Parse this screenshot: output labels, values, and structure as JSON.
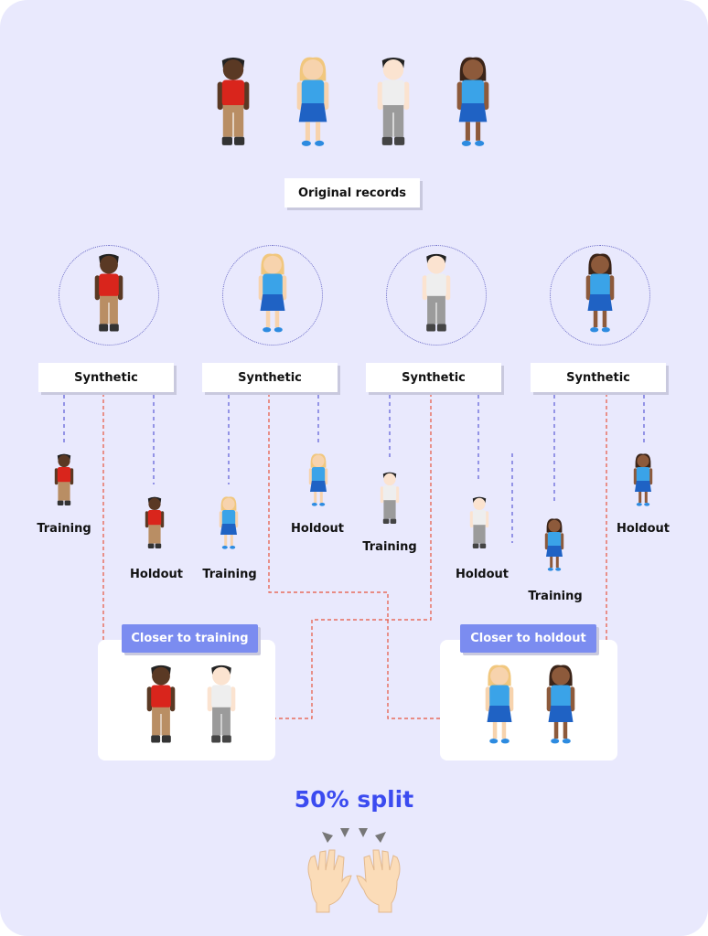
{
  "top_label": "Original records",
  "synthetic_labels": [
    "Synthetic",
    "Synthetic",
    "Synthetic",
    "Synthetic"
  ],
  "training_label": "Training",
  "holdout_label": "Holdout",
  "panel_training_title": "Closer to training",
  "panel_holdout_title": "Closer to holdout",
  "result": "50% split",
  "colors": {
    "background": "#e9e9fd",
    "accent": "#3b4bf0",
    "tag": "#7b8cf0",
    "dashed_blue": "#5b5bd6",
    "dashed_red": "#e8553e"
  },
  "people": [
    {
      "id": "p1",
      "icon": "person-dark-red-shirt"
    },
    {
      "id": "p2",
      "icon": "person-blonde-blue-dress"
    },
    {
      "id": "p3",
      "icon": "person-light-gray-shirt"
    },
    {
      "id": "p4",
      "icon": "person-brown-blue-dress"
    }
  ],
  "hands_icon": "raised-hands-icon"
}
